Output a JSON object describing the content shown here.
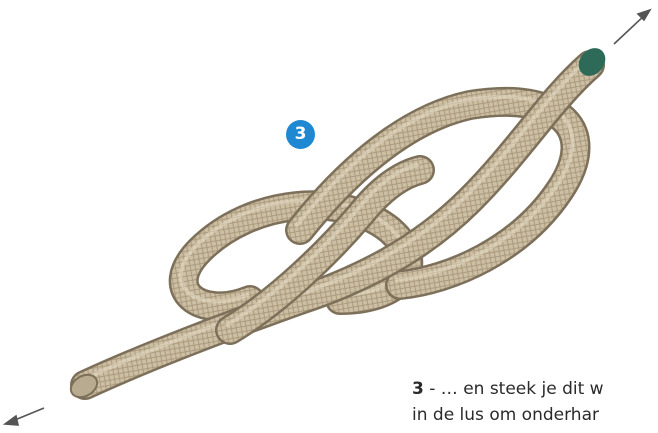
{
  "step": {
    "number": "3"
  },
  "caption": {
    "number": "3",
    "line1": " - … en steek je dit w",
    "line2": "in de lus om onderhar"
  },
  "colors": {
    "rope_base": "#cdbfa4",
    "rope_light": "#e6dcc6",
    "rope_dark": "#7d705a",
    "rope_end_cap": "#2d6b58",
    "badge": "#1e88d2",
    "arrow": "#555555"
  },
  "icons": {
    "arrow_top_right": "arrow-up-right-icon",
    "arrow_bottom_left": "arrow-down-left-icon"
  }
}
